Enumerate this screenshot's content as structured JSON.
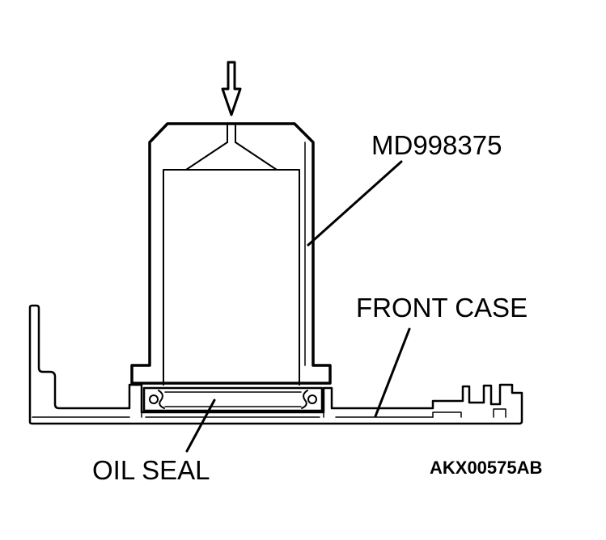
{
  "labels": {
    "tool": "MD998375",
    "front_case": "FRONT CASE",
    "oil_seal": "OIL SEAL",
    "figure_code": "AKX00575AB"
  },
  "colors": {
    "line": "#000000",
    "background": "#ffffff"
  }
}
